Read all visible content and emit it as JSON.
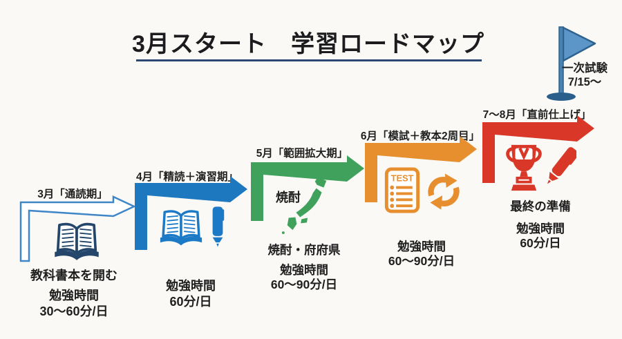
{
  "title": {
    "text": "3月スタート　学習ロードマップ"
  },
  "goal": {
    "line1": "一次試験",
    "line2": "7/15〜"
  },
  "stages": [
    {
      "label": "3月「通読期」",
      "color": "#3E86C8",
      "icon_color": "#24466B",
      "arrow_style": "outline",
      "icons": [
        "open-book"
      ],
      "lines": [
        "教科書本を開む",
        "勉強時間",
        "30〜60分/日"
      ]
    },
    {
      "label": "4月「精読＋演習期」",
      "color": "#1E78C0",
      "icon_color": "#1B79C6",
      "arrow_style": "solid",
      "icons": [
        "open-book",
        "pen"
      ],
      "lines": [
        "勉強時間",
        "60分/日"
      ]
    },
    {
      "label": "5月「範囲拡大期」",
      "color": "#3FA15C",
      "icon_color": "#3FA15C",
      "arrow_style": "solid",
      "side_text": "焼酎",
      "icons": [
        "japan-map"
      ],
      "lines": [
        "焼酎・府府県",
        "勉強時間",
        "60〜90分/日"
      ]
    },
    {
      "label": "6月「模試＋教本2周目」",
      "color": "#E78F2E",
      "icon_color": "#E78F2E",
      "arrow_style": "solid",
      "test_label": "TEST",
      "icons": [
        "test-sheet",
        "refresh"
      ],
      "lines": [
        "勉強時間",
        "60〜90分/日"
      ]
    },
    {
      "label": "7〜8月「直前仕上げ」",
      "color": "#D93829",
      "icon_color": "#D93829",
      "arrow_style": "solid",
      "icons": [
        "trophy",
        "pen"
      ],
      "lines": [
        "最終の準備",
        "勉強時間",
        "60分/日"
      ]
    }
  ],
  "colors": {
    "background": "#FAF9F5",
    "title_text": "#1C1C1E",
    "title_underline": "#2B4875",
    "body_text": "#1F1F1F",
    "flag_fill": "#5C96C9",
    "flag_pole": "#4C82AF",
    "flag_base": "#2A5F8C"
  }
}
